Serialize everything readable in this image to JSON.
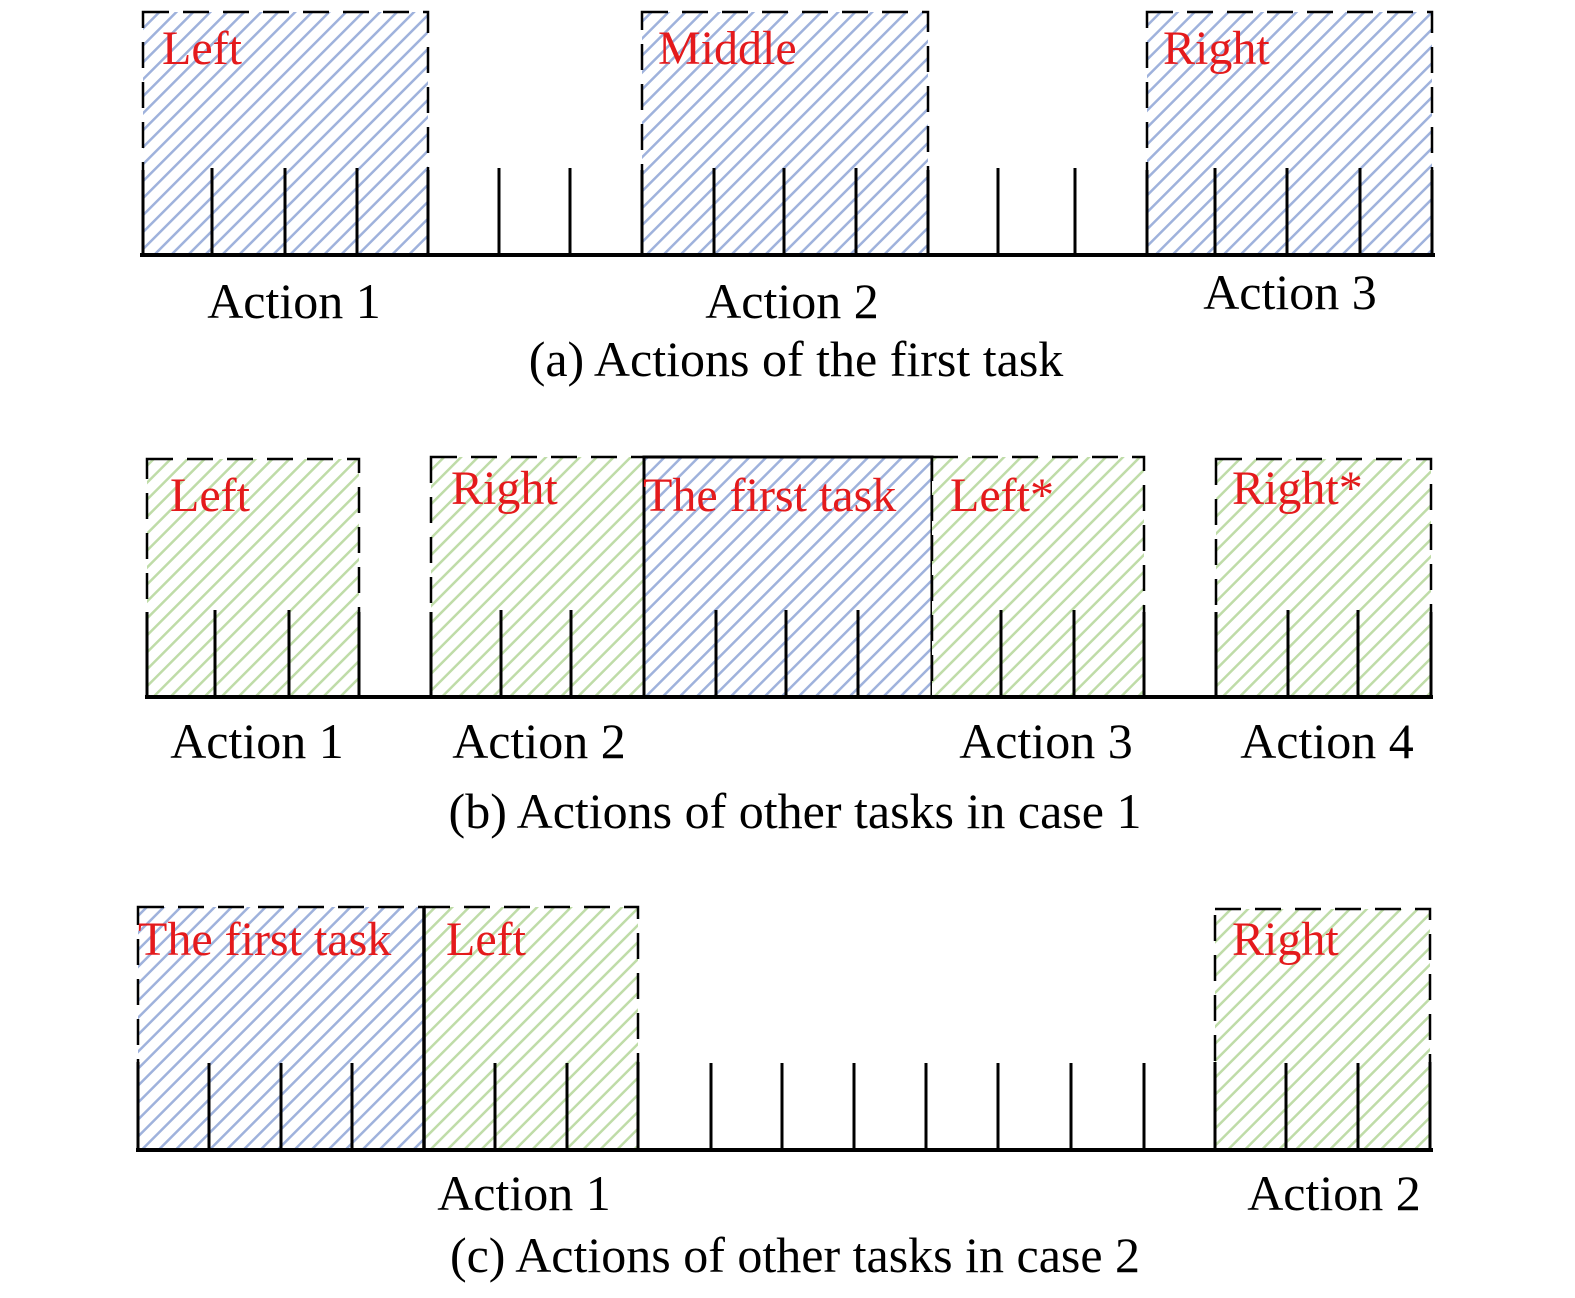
{
  "colors": {
    "blue_hatch": "#9fb2dc",
    "green_hatch": "#bfdca8",
    "region_label": "#e41a1c",
    "line": "#000000"
  },
  "panels": [
    {
      "caption": "(a) Actions of the first task",
      "regions": [
        {
          "label": "Left",
          "kind": "blue"
        },
        {
          "label": "Middle",
          "kind": "blue"
        },
        {
          "label": "Right",
          "kind": "blue"
        }
      ],
      "actions": [
        "Action 1",
        "Action 2",
        "Action 3"
      ]
    },
    {
      "caption": "(b) Actions of other tasks in case 1",
      "regions": [
        {
          "label": "Left",
          "kind": "green"
        },
        {
          "label": "Right",
          "kind": "green"
        },
        {
          "label": "The first task",
          "kind": "blue"
        },
        {
          "label": "Left*",
          "kind": "green"
        },
        {
          "label": "Right*",
          "kind": "green"
        }
      ],
      "actions": [
        "Action 1",
        "Action 2",
        "Action 3",
        "Action 4"
      ]
    },
    {
      "caption": "(c) Actions of other tasks in case 2",
      "regions": [
        {
          "label": "The first task",
          "kind": "blue"
        },
        {
          "label": "Left",
          "kind": "green"
        },
        {
          "label": "Right",
          "kind": "green"
        }
      ],
      "actions": [
        "Action 1",
        "Action 2"
      ]
    }
  ]
}
